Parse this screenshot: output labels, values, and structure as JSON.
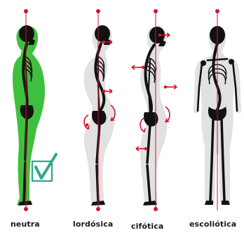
{
  "postures": [
    {
      "id": "neutral",
      "label": "neutra"
    },
    {
      "id": "lordotic",
      "label": "lordósica"
    },
    {
      "id": "kyphotic",
      "label": "cifótica"
    },
    {
      "id": "scoliotic",
      "label": "escoliótica"
    }
  ],
  "colors": {
    "neutral_body": "#3fbf3f",
    "neutral_body_dark": "#2e9e2e",
    "ghost_body": "#dcdcdc",
    "bone": "#111111",
    "plumb_line": "#d8102a",
    "arrow": "#d8102a",
    "check_mark": "#2ea88a"
  },
  "icons": {
    "check": "check-box-icon"
  }
}
